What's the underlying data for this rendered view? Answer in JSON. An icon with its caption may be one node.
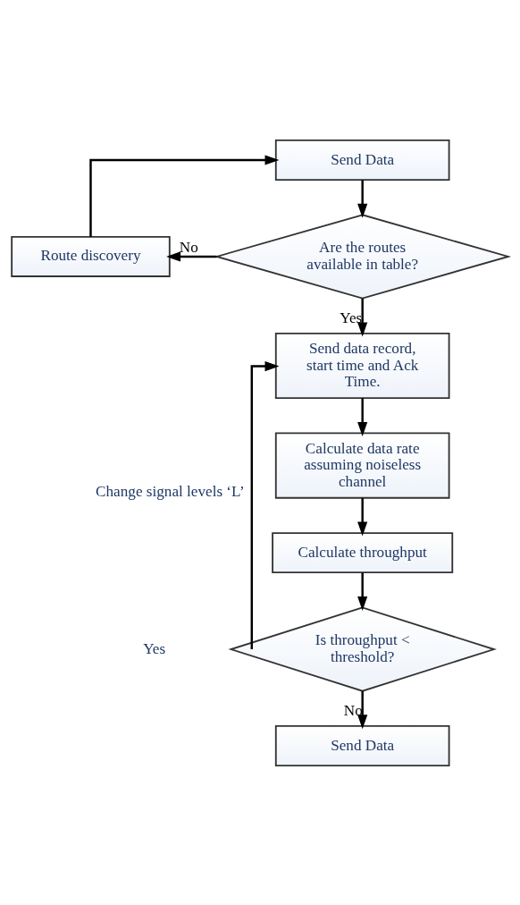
{
  "diagram": {
    "nodes": [
      {
        "text": [
          "Send Data"
        ]
      },
      {
        "text": [
          "Are the routes available in table?"
        ]
      },
      {
        "text": [
          "Route discovery"
        ]
      },
      {
        "text": [
          "Send data record, start time and Ack Time."
        ]
      },
      {
        "text": [
          "Calculate data rate assuming noiseless channel"
        ]
      },
      {
        "text": [
          "Calculate throughput"
        ]
      },
      {
        "text": [
          "Is throughput < threshold?"
        ]
      },
      {
        "text": [
          "Send Data"
        ]
      }
    ],
    "edges": [
      {
        "from": 0,
        "to": 1,
        "arrow": "to"
      },
      {
        "from": 1,
        "to": 2,
        "arrow": "to",
        "label": "No"
      },
      {
        "from": 2,
        "to": 0,
        "arrow": "to"
      },
      {
        "from": 1,
        "to": 3,
        "arrow": "to",
        "label": "Yes"
      },
      {
        "from": 3,
        "to": 4,
        "arrow": "to"
      },
      {
        "from": 4,
        "to": 5,
        "arrow": "to"
      },
      {
        "from": 5,
        "to": 6,
        "arrow": "to"
      },
      {
        "from": 6,
        "to": 3,
        "arrow": "to",
        "label": "Change signal levels ‘L’"
      },
      {
        "from": 6,
        "to": 7,
        "arrow": "to",
        "label": "No"
      }
    ],
    "labels": [
      "Yes"
    ]
  }
}
